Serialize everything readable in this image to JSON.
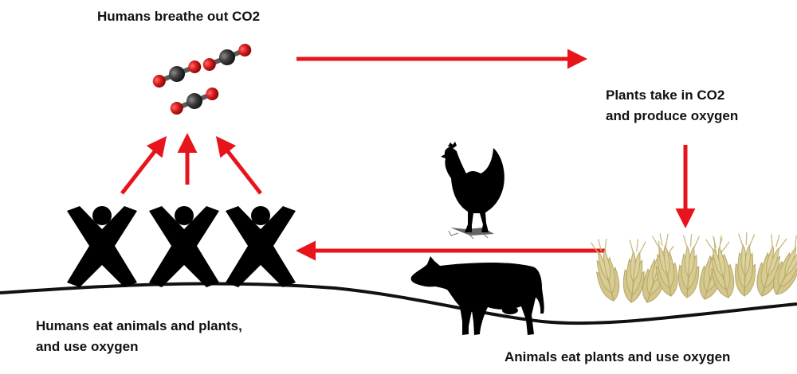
{
  "labels": {
    "humans_exhale": "Humans breathe out CO2",
    "plants_line1": "Plants take in CO2",
    "plants_line2": "and produce oxygen",
    "humans_eat_line1": "Humans eat animals and plants,",
    "humans_eat_line2": "and use oxygen",
    "animals_eat": "Animals eat plants and use oxygen"
  },
  "colors": {
    "arrow": "#e8141b",
    "oxygen_atom": "#d61a1a",
    "carbon_atom": "#3a3a3a",
    "silhouette": "#000000",
    "wheat": "#d2c68a",
    "wheat_dark": "#b8a86a",
    "ground": "#111111",
    "text": "#111111"
  },
  "icons": [
    "co2-molecule-icon",
    "human-figure-icon",
    "chicken-icon",
    "cow-icon",
    "wheat-icon"
  ]
}
